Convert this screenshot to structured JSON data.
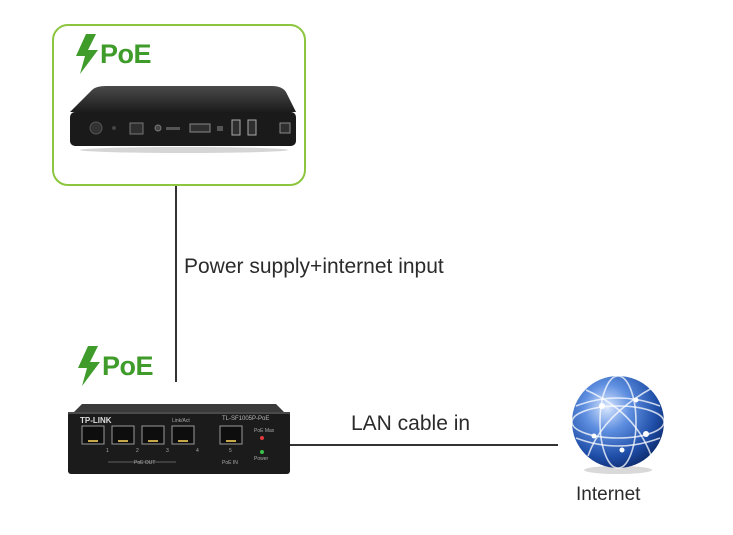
{
  "diagram": {
    "top_device": {
      "badge": "PoE"
    },
    "vertical_link": {
      "label": "Power supply+internet input"
    },
    "switch": {
      "badge": "PoE",
      "brand": "TP-LINK",
      "model": "TL-SF1005P-PoE",
      "status_label": "Link/Act",
      "poe_max_label": "PoE Max",
      "power_label": "Power",
      "port_numbers": [
        "1",
        "2",
        "3",
        "4",
        "5"
      ],
      "poe_out_label": "PoE OUT",
      "poe_in_label": "PoE IN"
    },
    "horizontal_link": {
      "label": "LAN cable in"
    },
    "internet": {
      "label": "Internet"
    }
  },
  "colors": {
    "card_border": "#8cc63f",
    "poe_green": "#3f9b2a",
    "line": "#333333",
    "globe_blue": "#2f5fb7"
  }
}
